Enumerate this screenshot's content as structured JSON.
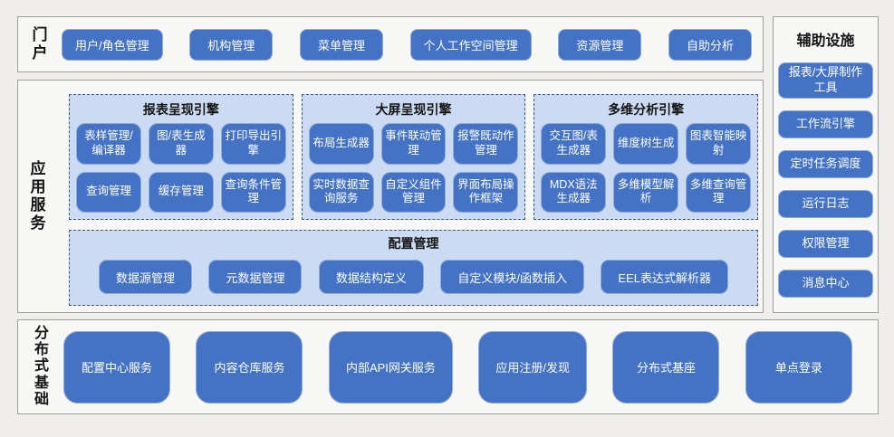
{
  "colors": {
    "accent_blue": "#4472C4",
    "button_border": "#8FAADC",
    "panel_fill": "#CBDBF3",
    "panel_dash_border": "#44546A",
    "section_border": "#9E9E9E",
    "canvas_bg": "#EFEEEC"
  },
  "portal": {
    "label": "门户",
    "buttons": [
      "用户/角色管理",
      "机构管理",
      "菜单管理",
      "个人工作空间管理",
      "资源管理",
      "自助分析"
    ]
  },
  "app_services": {
    "label": "应用服务",
    "engines": [
      {
        "title": "报表呈现引擎",
        "buttons": [
          "表样管理/编译器",
          "图/表生成器",
          "打印导出引擎",
          "查询管理",
          "缓存管理",
          "查询条件管理"
        ]
      },
      {
        "title": "大屏呈现引擎",
        "buttons": [
          "布局生成器",
          "事件联动管理",
          "报警既动作管理",
          "实时数据查询服务",
          "自定义组件管理",
          "界面布局操作框架"
        ]
      },
      {
        "title": "多维分析引擎",
        "buttons": [
          "交互图/表生成器",
          "维度树生成",
          "图表智能映射",
          "MDX语法生成器",
          "多维模型解析",
          "多维查询管理"
        ]
      }
    ],
    "config": {
      "title": "配置管理",
      "buttons": [
        "数据源管理",
        "元数据管理",
        "数据结构定义",
        "自定义模块/函数插入",
        "EEL表达式解析器"
      ]
    }
  },
  "auxiliary": {
    "label": "辅助设施",
    "buttons": [
      "报表/大屏制作工具",
      "工作流引擎",
      "定时任务调度",
      "运行日志",
      "权限管理",
      "消息中心"
    ]
  },
  "foundation": {
    "label": "分布式基础",
    "buttons": [
      "配置中心服务",
      "内容仓库服务",
      "内部API网关服务",
      "应用注册/发现",
      "分布式基座",
      "单点登录"
    ]
  }
}
